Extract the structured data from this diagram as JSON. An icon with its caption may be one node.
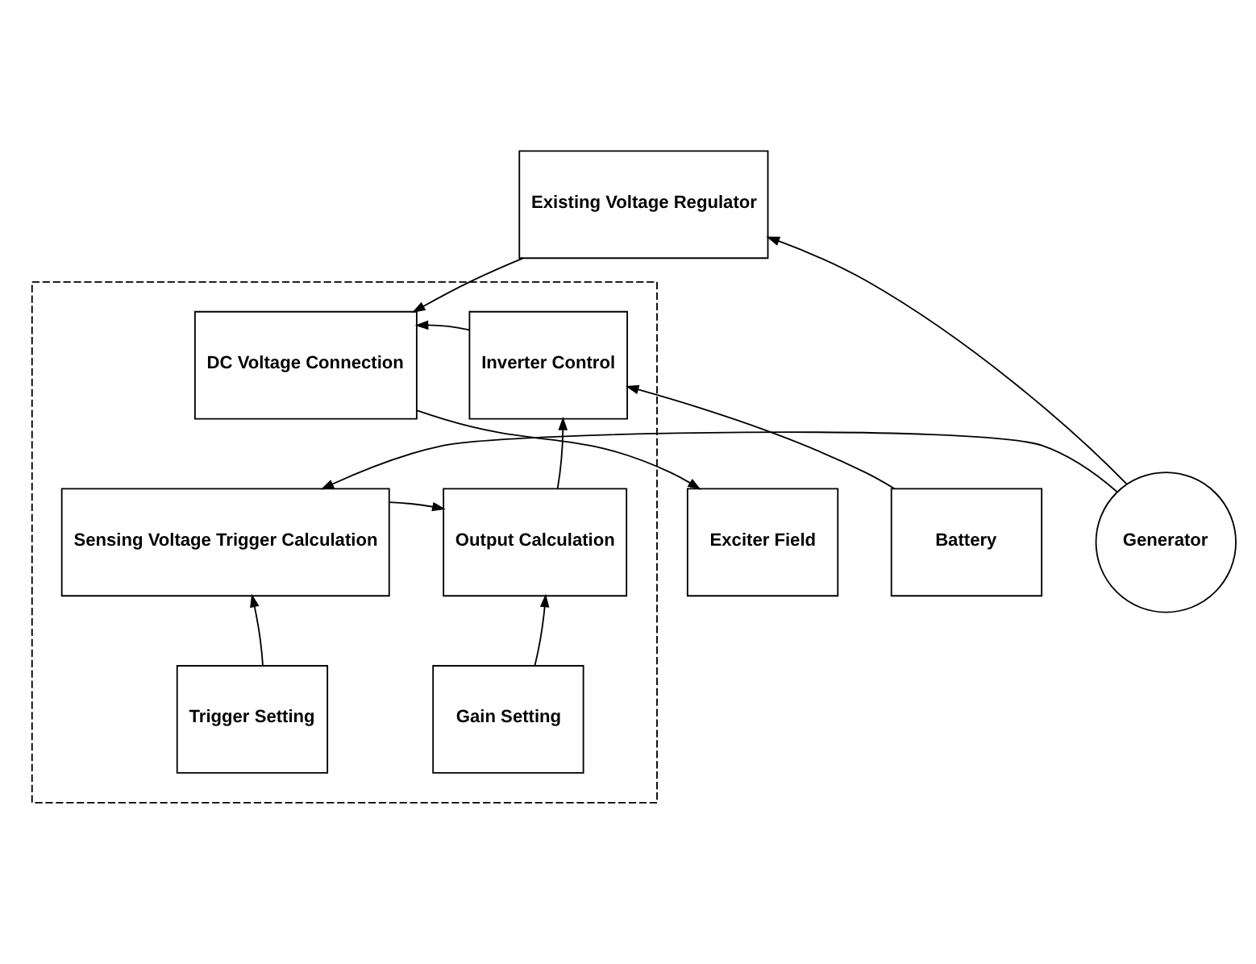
{
  "diagram": {
    "nodes": [
      {
        "text": [
          "Existing Voltage Regulator"
        ]
      },
      {
        "text": [],
        "shape": "box"
      },
      {
        "text": [
          "Battery"
        ]
      },
      {
        "text": [
          "Inverter Control"
        ],
        "in": 1
      },
      {
        "text": [
          "DC Voltage Connection"
        ],
        "in": 1
      },
      {
        "text": [
          "Exciter Field"
        ]
      },
      {
        "text": [
          "Generator"
        ]
      },
      {
        "text": [
          "Output Calculation"
        ],
        "in": 1
      },
      {
        "text": [
          "Sensing Voltage Trigger Calculation"
        ],
        "in": 1
      },
      {
        "text": [
          "Gain Setting"
        ],
        "in": 1
      },
      {
        "text": [
          "Trigger Setting"
        ],
        "in": 1
      }
    ],
    "edges": [
      {
        "from": 6,
        "to": 0,
        "arrow": "to"
      },
      {
        "from": 0,
        "to": 4,
        "arrow": "to"
      },
      {
        "from": 2,
        "to": 3,
        "arrow": "to"
      },
      {
        "from": 3,
        "to": 4,
        "arrow": "to"
      },
      {
        "from": 4,
        "to": 5,
        "arrow": "to"
      },
      {
        "from": 6,
        "to": 8,
        "arrow": "to"
      },
      {
        "from": 8,
        "to": 7,
        "arrow": "to"
      },
      {
        "from": 7,
        "to": 3,
        "arrow": "to"
      },
      {
        "from": 9,
        "to": 7,
        "arrow": "to"
      },
      {
        "from": 10,
        "to": 8,
        "arrow": "to"
      }
    ]
  }
}
